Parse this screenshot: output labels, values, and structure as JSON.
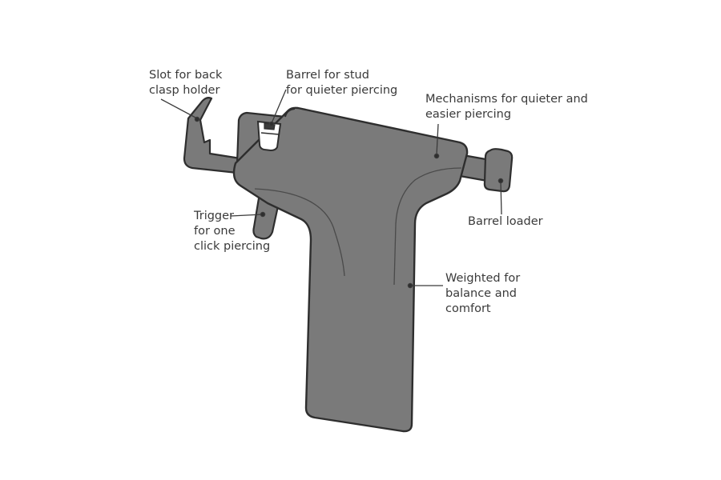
{
  "diagram": {
    "colors": {
      "body_fill": "#7a7a7a",
      "outline": "#2e2e2e",
      "leader": "#3a3a3a",
      "text": "#3a3a3a",
      "background": "#ffffff"
    },
    "labels": {
      "slot": [
        "Slot for back",
        "clasp holder"
      ],
      "barrel": [
        "Barrel for stud",
        "for quieter piercing"
      ],
      "mechanisms": [
        "Mechanisms for quieter and",
        "easier piercing"
      ],
      "trigger": [
        "Trigger",
        "for one",
        "click piercing"
      ],
      "barrel_loader": [
        "Barrel loader"
      ],
      "weighted": [
        "Weighted for",
        "balance and",
        "comfort"
      ]
    }
  }
}
